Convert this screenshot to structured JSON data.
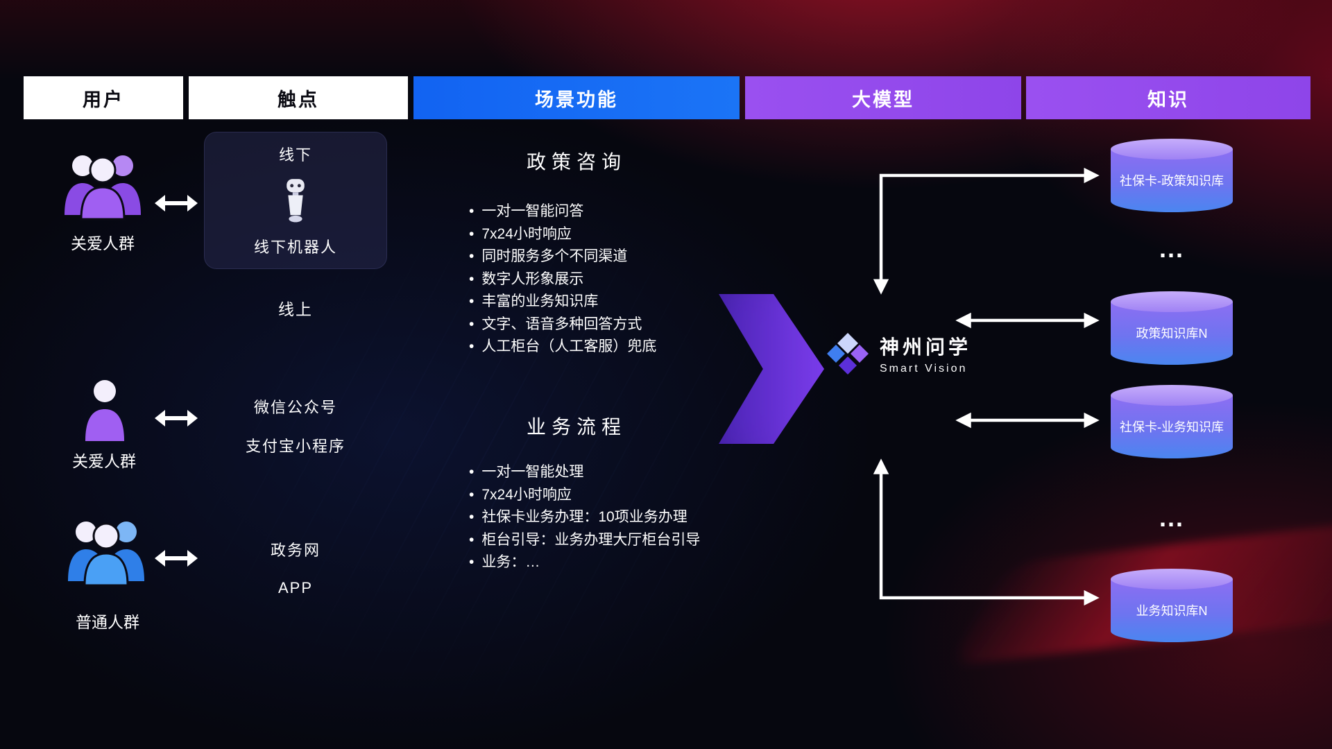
{
  "headers": [
    "用户",
    "触点",
    "场景功能",
    "大模型",
    "知识"
  ],
  "users": [
    {
      "label": "关爱人群",
      "icon": "group-people-purple-icon"
    },
    {
      "label": "关爱人群",
      "icon": "person-purple-icon"
    },
    {
      "label": "普通人群",
      "icon": "group-people-blue-icon"
    }
  ],
  "touchpoints": {
    "offline_label": "线下",
    "offline_robot_label": "线下机器人",
    "robot_icon": "robot-icon",
    "online_label": "线上",
    "online_items": [
      "微信公众号",
      "支付宝小程序",
      "政务网",
      "APP"
    ]
  },
  "scenarios": [
    {
      "title": "政策咨询",
      "bullets": [
        "一对一智能问答",
        "7x24小时响应",
        "同时服务多个不同渠道",
        "数字人形象展示",
        "丰富的业务知识库",
        "文字、语音多种回答方式",
        "人工柜台（人工客服）兜底"
      ]
    },
    {
      "title": "业务流程",
      "bullets": [
        "一对一智能处理",
        "7x24小时响应",
        "社保卡业务办理：10项业务办理",
        "柜台引导：业务办理大厅柜台引导",
        "业务：…"
      ]
    }
  ],
  "model": {
    "name": "神州问学",
    "subtitle": "Smart Vision",
    "logo_icon": "diamond-logo-icon"
  },
  "knowledge": {
    "items": [
      "社保卡-政策知识库",
      "...",
      "政策知识库N",
      "社保卡-业务知识库",
      "...",
      "业务知识库N"
    ]
  },
  "colors": {
    "header_blue": "#1567f3",
    "header_purple": "#9750ee",
    "cylinder_purple": "#8d6ef2",
    "cylinder_blue": "#4a86f0",
    "flow_arrow_purple": "#7c3ef0",
    "background_red_glow": "#c2192f",
    "connector_white": "#ffffff"
  }
}
